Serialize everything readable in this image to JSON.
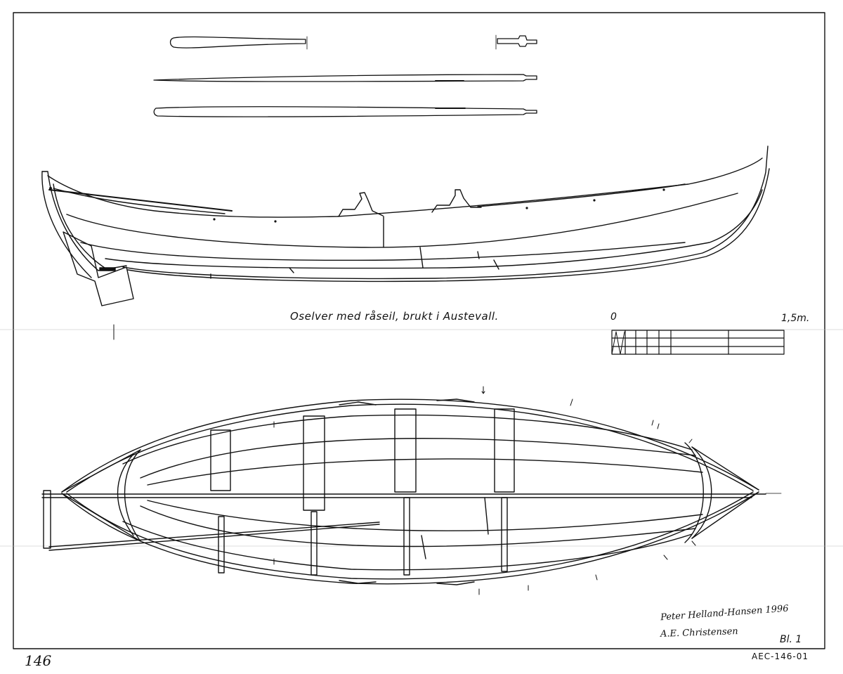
{
  "drawing": {
    "caption": "Oselver med råseil, brukt i Austevall.",
    "scale_bar": {
      "start_label": "0",
      "end_label": "1,5m."
    },
    "signatures": {
      "drawn_by": "Peter Helland-Hansen 1996",
      "checked_by": "A.E. Christensen"
    },
    "sheet_number": "Bl. 1",
    "drawing_code": "AEC-146-01",
    "archive_number": "146"
  }
}
